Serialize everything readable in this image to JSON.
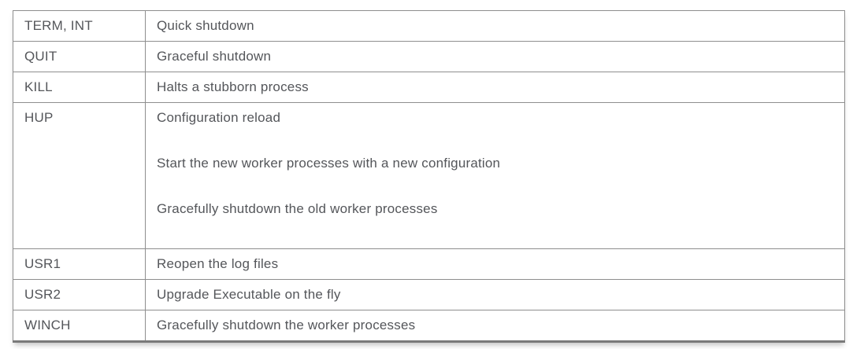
{
  "table": {
    "rows": [
      {
        "signal": "TERM, INT",
        "descriptions": [
          "Quick shutdown"
        ]
      },
      {
        "signal": "QUIT",
        "descriptions": [
          "Graceful shutdown"
        ]
      },
      {
        "signal": "KILL",
        "descriptions": [
          "Halts a stubborn process"
        ]
      },
      {
        "signal": "HUP",
        "descriptions": [
          "Configuration reload",
          "Start the new worker processes with a new configuration",
          "Gracefully shutdown the old worker processes"
        ]
      },
      {
        "signal": "USR1",
        "descriptions": [
          "Reopen the log files"
        ]
      },
      {
        "signal": "USR2",
        "descriptions": [
          "Upgrade Executable on the fly"
        ]
      },
      {
        "signal": "WINCH",
        "descriptions": [
          "Gracefully shutdown the worker processes"
        ]
      }
    ],
    "colors": {
      "text": "#54565a",
      "border": "#8e8e8e",
      "border_bottom": "#7a7a7a",
      "background": "#ffffff"
    }
  }
}
